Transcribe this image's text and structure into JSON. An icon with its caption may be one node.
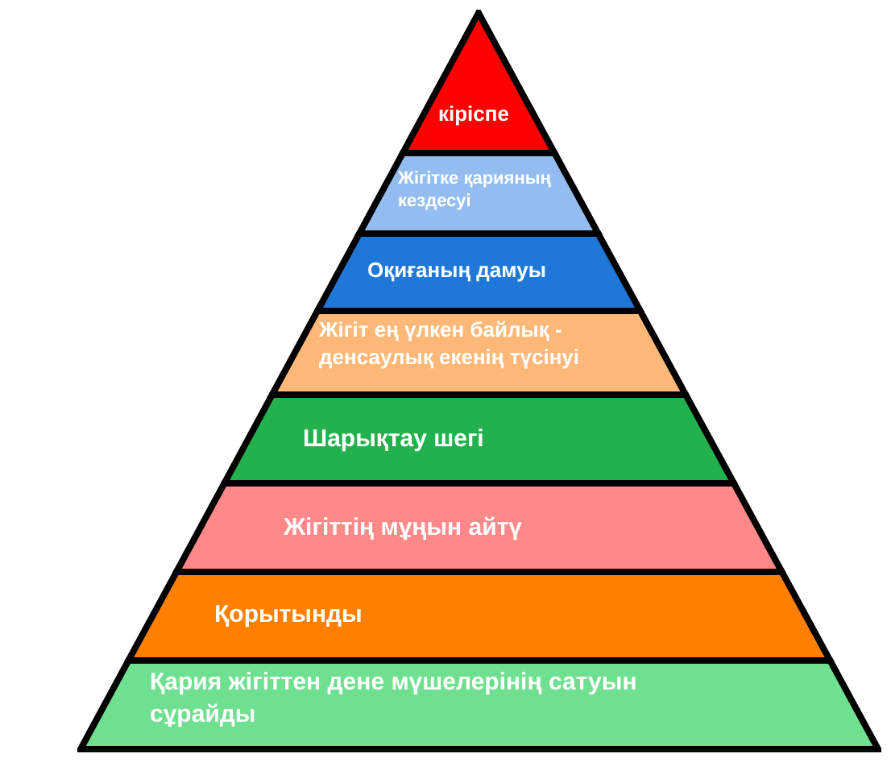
{
  "diagram": {
    "nodes": [
      {
        "text": [
          "кіріспе"
        ]
      },
      {
        "text": [
          "Жігітке қарияның кездесуі"
        ]
      },
      {
        "text": [
          "Оқиғаның дамуы"
        ]
      },
      {
        "text": [
          "Жігіт ең үлкен байлық - денсаулық екенің түсінуі"
        ]
      },
      {
        "text": [
          "Шарықтау шегі"
        ]
      },
      {
        "text": [
          "Жігіттің мұңын айтү"
        ]
      },
      {
        "text": [
          "Қорытынды"
        ]
      },
      {
        "text": [
          "Қария жігіттен дене мүшелерінің сатуын сұрайды"
        ]
      }
    ]
  }
}
